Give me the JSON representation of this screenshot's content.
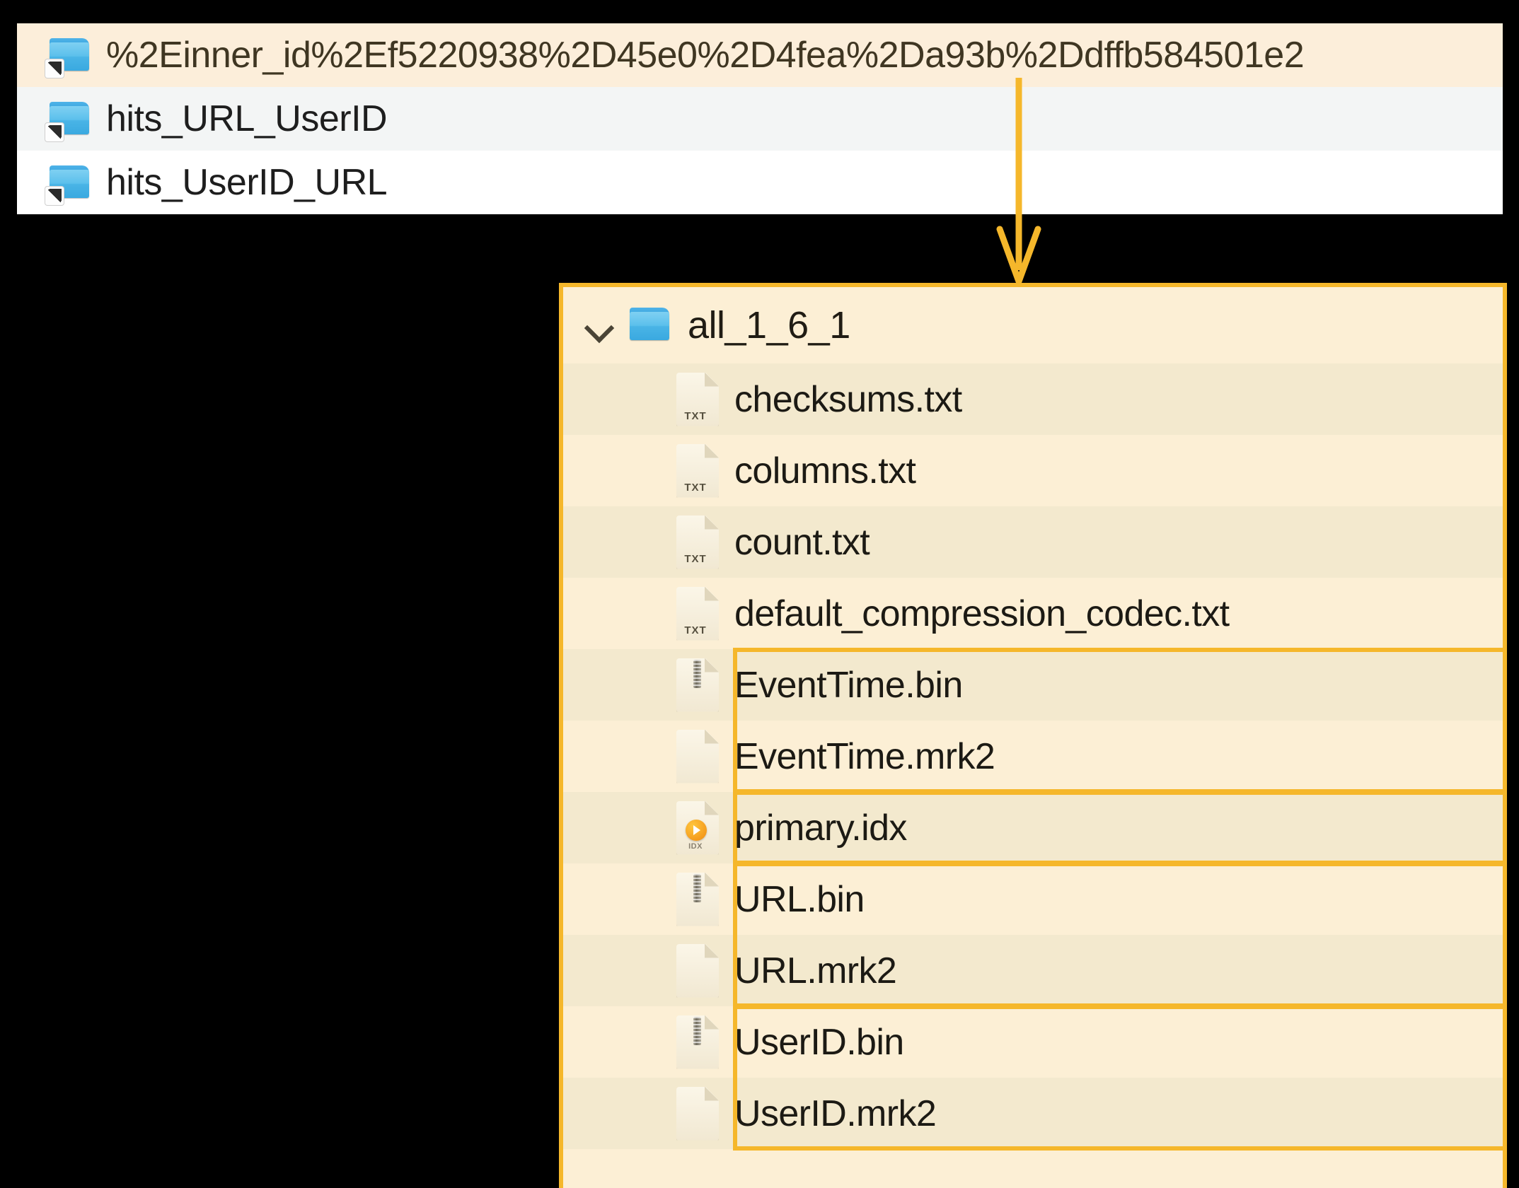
{
  "top_list": {
    "name": "folder-shortcut-list",
    "items": [
      {
        "label": "%2Einner_id%2Ef5220938%2D45e0%2D4fea%2Da93b%2Ddffb584501e2",
        "icon": "folder-shortcut-icon",
        "state": "selected"
      },
      {
        "label": "hits_URL_UserID",
        "icon": "folder-shortcut-icon",
        "state": "alt"
      },
      {
        "label": "hits_UserID_URL",
        "icon": "folder-shortcut-icon",
        "state": "plain"
      }
    ]
  },
  "annotation": {
    "arrow": "down-arrow-annotation",
    "accent_color": "#f5b72b"
  },
  "file_panel": {
    "expander_icon": "chevron-down-icon",
    "folder_icon": "folder-icon",
    "title": "all_1_6_1",
    "files": [
      {
        "name": "checksums.txt",
        "icon": "txt-file-icon",
        "kind": "TXT",
        "stripe": true,
        "highlight": "none"
      },
      {
        "name": "columns.txt",
        "icon": "txt-file-icon",
        "kind": "TXT",
        "stripe": false,
        "highlight": "none"
      },
      {
        "name": "count.txt",
        "icon": "txt-file-icon",
        "kind": "TXT",
        "stripe": true,
        "highlight": "none"
      },
      {
        "name": "default_compression_codec.txt",
        "icon": "txt-file-icon",
        "kind": "TXT",
        "stripe": false,
        "highlight": "none"
      },
      {
        "name": "EventTime.bin",
        "icon": "bin-file-icon",
        "kind": "",
        "stripe": true,
        "highlight": "top"
      },
      {
        "name": "EventTime.mrk2",
        "icon": "blank-file-icon",
        "kind": "",
        "stripe": false,
        "highlight": "bottom"
      },
      {
        "name": "primary.idx",
        "icon": "idx-file-icon",
        "kind": "IDX",
        "stripe": true,
        "highlight": "single"
      },
      {
        "name": "URL.bin",
        "icon": "bin-file-icon",
        "kind": "",
        "stripe": false,
        "highlight": "top"
      },
      {
        "name": "URL.mrk2",
        "icon": "blank-file-icon",
        "kind": "",
        "stripe": true,
        "highlight": "bottom"
      },
      {
        "name": "UserID.bin",
        "icon": "bin-file-icon",
        "kind": "",
        "stripe": false,
        "highlight": "top"
      },
      {
        "name": "UserID.mrk2",
        "icon": "blank-file-icon",
        "kind": "",
        "stripe": true,
        "highlight": "bottom"
      }
    ]
  }
}
